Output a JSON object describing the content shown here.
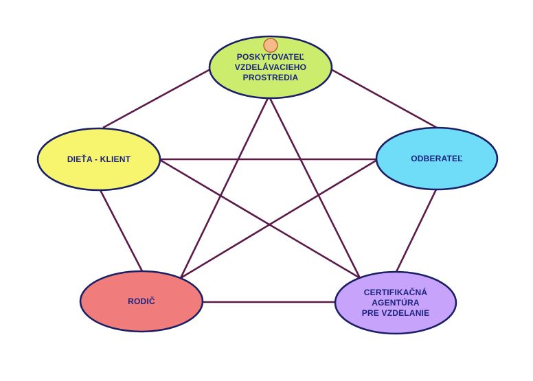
{
  "diagram": {
    "nodes": [
      {
        "id": "provider",
        "lines": [
          "POSKYTOVATEĽ",
          "VZDELÁVACIEHO",
          "PROSTREDIA"
        ],
        "color": "#ccec6e"
      },
      {
        "id": "child",
        "lines": [
          "DIEŤA - KLIENT"
        ],
        "color": "#f7f46e"
      },
      {
        "id": "customer",
        "lines": [
          "ODBERATEĽ"
        ],
        "color": "#6fdcf8"
      },
      {
        "id": "parent",
        "lines": [
          "RODIČ"
        ],
        "color": "#f07c7c"
      },
      {
        "id": "agency",
        "lines": [
          "CERTIFIKAČNÁ",
          "AGENTÚRA",
          "PRE VZDELANIE"
        ],
        "color": "#c7a3fb"
      }
    ],
    "edges": [
      [
        "provider",
        "child"
      ],
      [
        "provider",
        "customer"
      ],
      [
        "provider",
        "parent"
      ],
      [
        "provider",
        "agency"
      ],
      [
        "child",
        "customer"
      ],
      [
        "child",
        "parent"
      ],
      [
        "child",
        "agency"
      ],
      [
        "customer",
        "parent"
      ],
      [
        "customer",
        "agency"
      ],
      [
        "parent",
        "agency"
      ]
    ],
    "marker_color": "#f6b98a",
    "outline_color": "#1a2066",
    "edge_color": "#5a1a4a"
  }
}
